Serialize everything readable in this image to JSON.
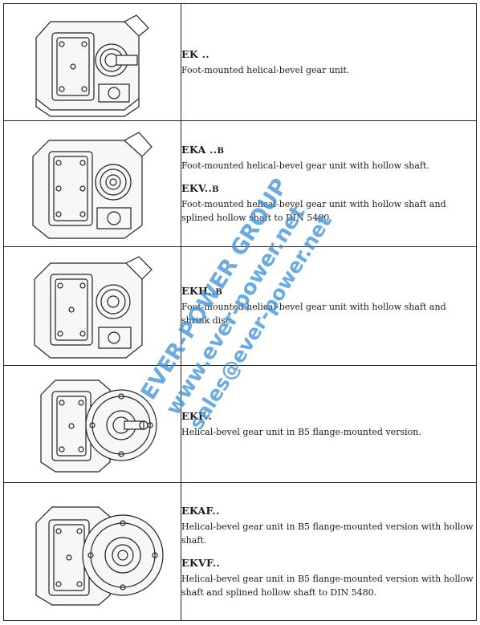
{
  "rows": [
    {
      "icon": "foot-mounted-gear-unit-icon",
      "entries": [
        {
          "code": "EK ..",
          "suffix": "",
          "desc": "Foot-mounted helical-bevel gear unit."
        }
      ]
    },
    {
      "icon": "foot-mounted-hollow-shaft-gear-unit-icon",
      "entries": [
        {
          "code": "EKA ..",
          "suffix": "B",
          "desc": "Foot-mounted helical-bevel gear unit with hollow shaft."
        },
        {
          "code": "EKV..",
          "suffix": "B",
          "desc": "Foot-mounted helical-bevel gear unit with hollow shaft and splined hollow shaft to DIN 5480."
        }
      ]
    },
    {
      "icon": "foot-mounted-shrink-disc-gear-unit-icon",
      "entries": [
        {
          "code": "EKH..",
          "suffix": "B",
          "desc": "Foot-mounted helical-bevel gear unit with hollow shaft and shrink disc."
        }
      ]
    },
    {
      "icon": "flange-mounted-gear-unit-icon",
      "entries": [
        {
          "code": "EKF..",
          "suffix": "",
          "desc": "Helical-bevel gear unit in B5 flange-mounted version."
        }
      ]
    },
    {
      "icon": "flange-mounted-hollow-shaft-gear-unit-icon",
      "entries": [
        {
          "code": "EKAF..",
          "suffix": "",
          "desc": "Helical-bevel gear unit in B5 flange-mounted version with hollow shaft."
        },
        {
          "code": "EKVF..",
          "suffix": "",
          "desc": "Helical-bevel gear unit in B5 flange-mounted version with hollow shaft and splined hollow shaft to DIN 5480."
        }
      ]
    }
  ],
  "watermark": {
    "line1": "EVER-POWER GROUP",
    "line2": "www.ever-power.net",
    "line3": "sales@ever-power.net",
    "color": "#3a8fd8"
  }
}
